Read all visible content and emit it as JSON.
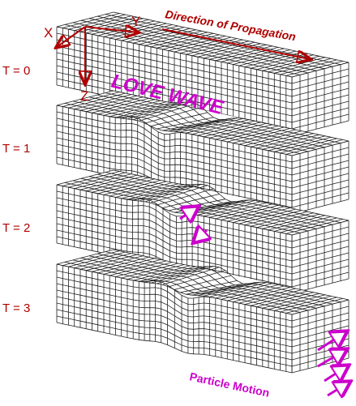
{
  "title": "LOVE WAVE",
  "direction_label": "Direction of Propagation",
  "particle_motion_label": "Particle Motion",
  "axes": {
    "x": "X",
    "y": "Y",
    "z": "Z"
  },
  "time_labels": [
    "T = 0",
    "T = 1",
    "T = 2",
    "T = 3"
  ],
  "colors": {
    "label": "#b00000",
    "accent": "#cc00cc",
    "grid": "#202020"
  },
  "blocks": [
    {
      "time": "T = 0",
      "wave_shift": 0
    },
    {
      "time": "T = 1",
      "wave_shift": 0.25
    },
    {
      "time": "T = 2",
      "wave_shift": 0.4
    },
    {
      "time": "T = 3",
      "wave_shift": 0.55
    }
  ]
}
